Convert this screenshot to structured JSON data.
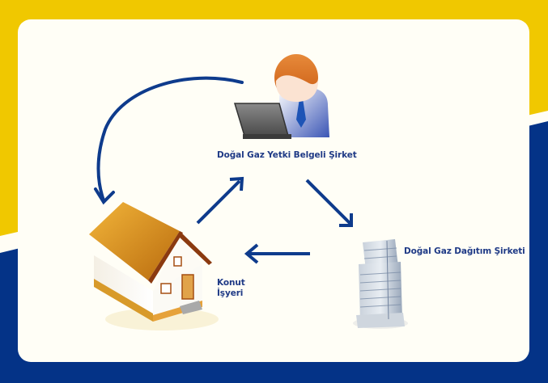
{
  "colors": {
    "yellow": "#f0c800",
    "navy": "#043387",
    "card": "#fffef6",
    "arrow": "#0e3b8c",
    "label": "#1f3a86"
  },
  "nodes": {
    "certified_company": {
      "label": "Doğal Gaz Yetki Belgeli Şirket",
      "icon": "person-at-laptop-icon"
    },
    "distribution_company": {
      "label": "Doğal Gaz Dağıtım Şirketi",
      "icon": "office-building-icon"
    },
    "residence": {
      "label_line1": "Konut",
      "label_line2": "İşyeri",
      "icon": "house-icon"
    }
  },
  "edges": [
    {
      "from": "certified_company",
      "to": "residence",
      "style": "curved"
    },
    {
      "from": "residence",
      "to": "certified_company",
      "style": "straight"
    },
    {
      "from": "certified_company",
      "to": "distribution_company",
      "style": "straight"
    },
    {
      "from": "distribution_company",
      "to": "residence",
      "style": "straight"
    }
  ]
}
